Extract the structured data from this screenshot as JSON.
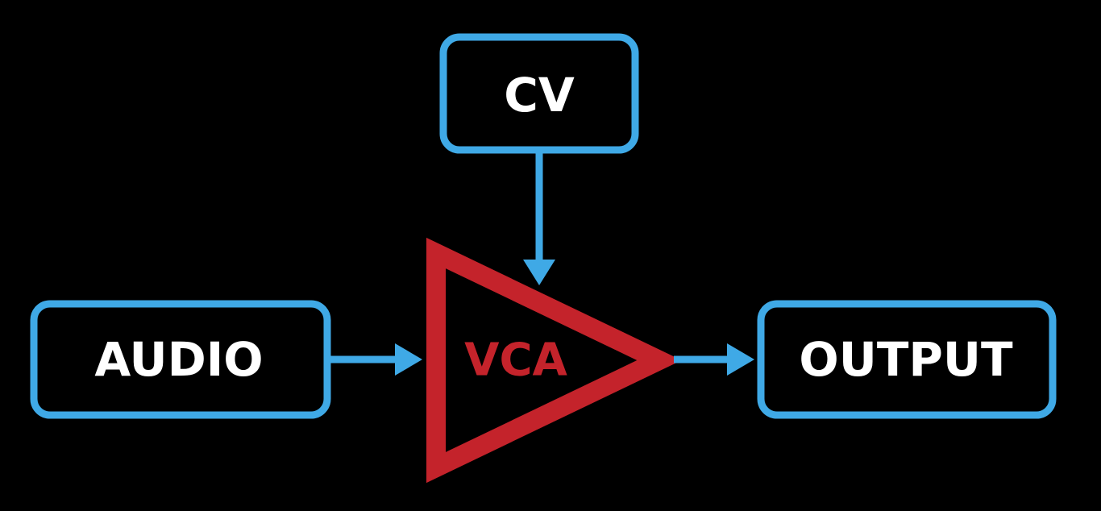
{
  "colors": {
    "background": "#000000",
    "connector": "#3fa9e6",
    "box_text": "#ffffff",
    "amplifier": "#c4232b"
  },
  "nodes": {
    "cv": {
      "label": "CV"
    },
    "audio": {
      "label": "AUDIO"
    },
    "vca": {
      "label": "VCA"
    },
    "output": {
      "label": "OUTPUT"
    }
  },
  "edges": [
    {
      "from": "cv",
      "to": "vca"
    },
    {
      "from": "audio",
      "to": "vca"
    },
    {
      "from": "vca",
      "to": "output"
    }
  ]
}
